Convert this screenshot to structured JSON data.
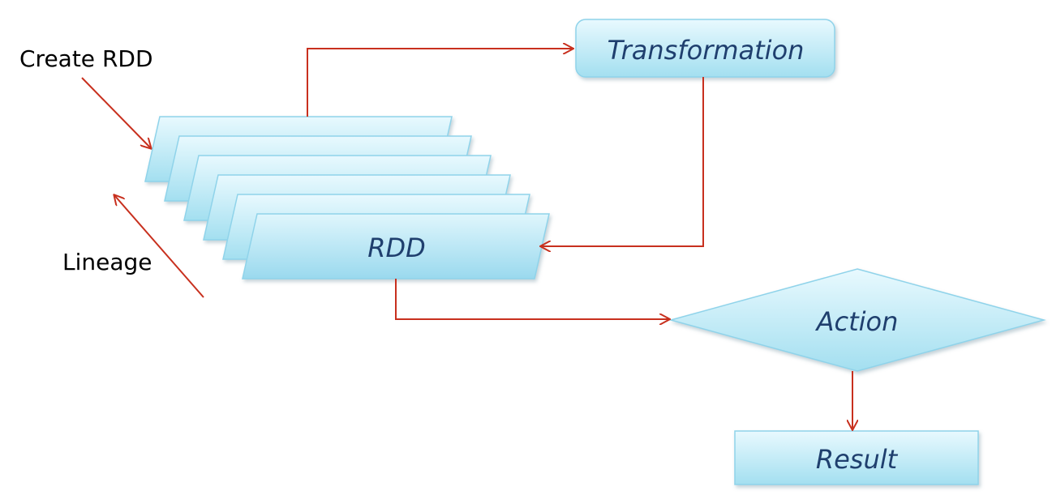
{
  "diagram": {
    "labels": {
      "create_rdd": "Create RDD",
      "lineage": "Lineage"
    },
    "nodes": {
      "rdd": "RDD",
      "transformation": "Transformation",
      "action": "Action",
      "result": "Result"
    },
    "colors": {
      "node_fill_top": "#e6f8fd",
      "node_fill_bottom": "#a5e0f1",
      "node_stroke": "#8fd3ea",
      "arrow": "#c8301e",
      "node_text": "#1f3f6e"
    }
  }
}
